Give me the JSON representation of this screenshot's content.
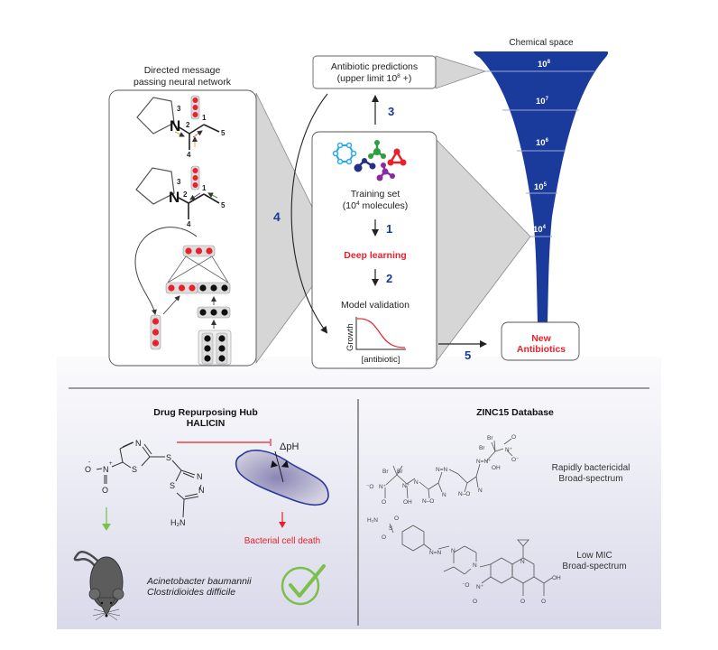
{
  "left_panel": {
    "title_line1": "Directed message",
    "title_line2": "passing neural network",
    "atom_labels": {
      "N": "N",
      "n1": "1",
      "n2": "2",
      "n3": "3",
      "n4": "4",
      "n5": "5"
    }
  },
  "predictions_box": {
    "line1": "Antibiotic predictions",
    "line2_prefix": "(upper limit 10",
    "line2_sup": "8",
    "line2_suffix": " +)"
  },
  "training_box": {
    "training_line1": "Training set",
    "training_line2_prefix": "(10",
    "training_line2_sup": "4",
    "training_line2_suffix": " molecules)",
    "deep_learning": "Deep learning",
    "model_validation": "Model validation",
    "plot_ylabel": "Growth",
    "plot_xlabel": "[antibiotic]"
  },
  "steps": {
    "s1": "1",
    "s2": "2",
    "s3": "3",
    "s4": "4",
    "s5": "5"
  },
  "chemical_space": {
    "title": "Chemical space",
    "levels": [
      {
        "base": "10",
        "exp": "8"
      },
      {
        "base": "10",
        "exp": "7"
      },
      {
        "base": "10",
        "exp": "6"
      },
      {
        "base": "10",
        "exp": "5"
      },
      {
        "base": "10",
        "exp": "4"
      }
    ]
  },
  "new_antibiotics": {
    "line1": "New",
    "line2": "Antibiotics"
  },
  "drug_hub": {
    "title_line1": "Drug Repurposing Hub",
    "title_line2": "HALICIN",
    "delta_ph": "ΔpH",
    "cell_death": "Bacterial cell death",
    "species_1": "Acinetobacter baumannii",
    "species_2": "Clostridioides difficile",
    "atoms": {
      "N": "N",
      "S": "S",
      "O": "O",
      "Ominus": "O",
      "minus": "-",
      "plus": "+",
      "NH2": "H₂N"
    }
  },
  "zinc": {
    "title": "ZINC15 Database",
    "compound1_line1": "Rapidly bactericidal",
    "compound1_line2": "Broad-spectrum",
    "compound2_line1": "Low MIC",
    "compound2_line2": "Broad-spectrum"
  },
  "colors": {
    "funnel_blue": "#1a3a9c",
    "step_blue": "#1a3a9c",
    "accent_red": "#e8212a",
    "check_green": "#7cc04b"
  }
}
